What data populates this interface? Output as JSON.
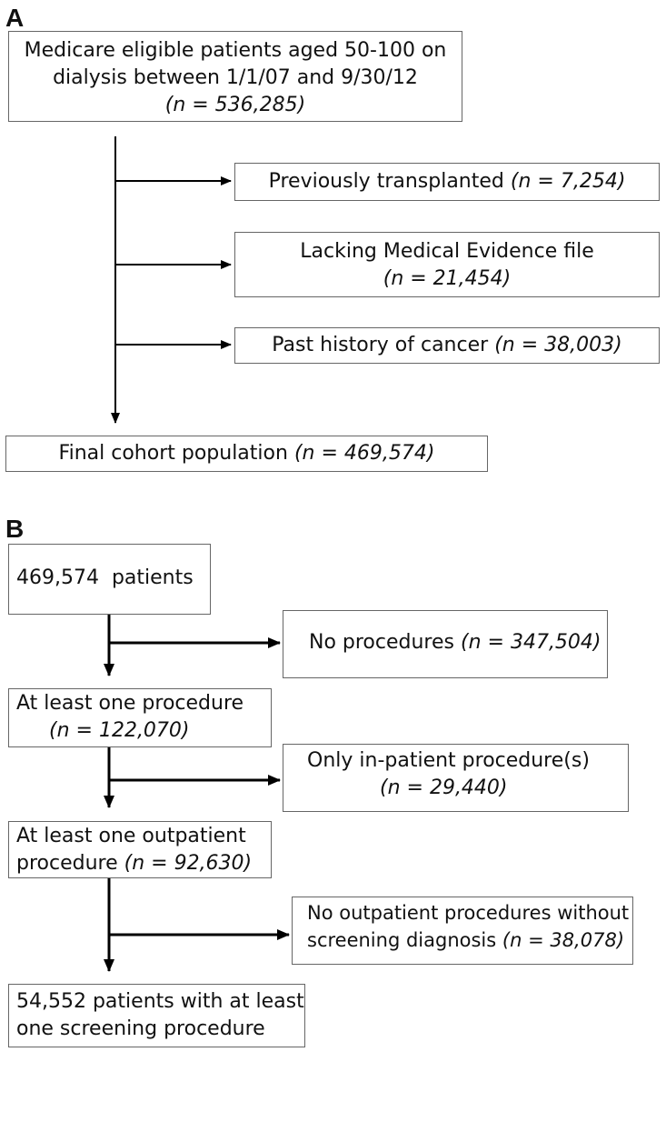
{
  "panel_a": {
    "label": "A",
    "start": {
      "line1": "Medicare eligible patients aged 50-100 on",
      "line2": "dialysis between 1/1/07 and 9/30/12",
      "count": "(n = 536,285)"
    },
    "excl1": {
      "text": "Previously transplanted",
      "count": "(n = 7,254)"
    },
    "excl2": {
      "text": "Lacking Medical Evidence file",
      "count": "(n = 21,454)"
    },
    "excl3": {
      "text": "Past history of cancer",
      "count": "(n = 38,003)"
    },
    "final": {
      "text": "Final cohort population",
      "count": "(n = 469,574)"
    }
  },
  "panel_b": {
    "label": "B",
    "start": {
      "text": "469,574  patients"
    },
    "excl1": {
      "text": "No procedures",
      "count": "(n = 347,504)"
    },
    "step1": {
      "text": "At least one procedure",
      "count": "(n = 122,070)"
    },
    "excl2": {
      "text": "Only in-patient procedure(s)",
      "count": "(n = 29,440)"
    },
    "step2": {
      "line1": "At least one outpatient",
      "line2": "procedure",
      "count": "(n = 92,630)"
    },
    "excl3": {
      "line1": "No outpatient procedures without",
      "line2": "screening diagnosis",
      "count": "(n = 38,078)"
    },
    "final": {
      "line1": "54,552 patients with at least",
      "line2": "one screening procedure"
    }
  }
}
